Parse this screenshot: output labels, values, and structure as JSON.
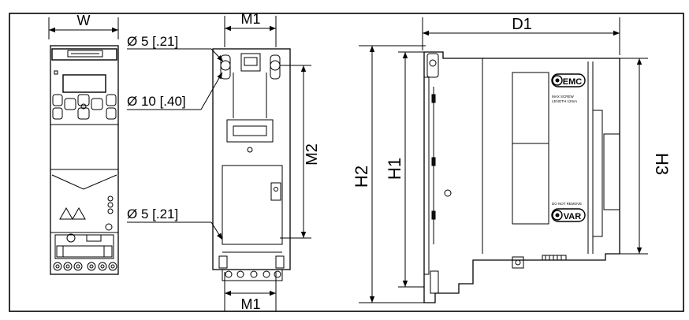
{
  "labels": {
    "w": "W",
    "m1_top": "M1",
    "m1_bottom": "M1",
    "m2": "M2",
    "d1": "D1",
    "h1": "H1",
    "h2": "H2",
    "h3": "H3",
    "hole_small_top": "Ø 5 [.21]",
    "hole_large": "Ø 10 [.40]",
    "hole_small_bottom": "Ø 5 [.21]"
  },
  "side_label_emc": "EMC",
  "side_label_var": "VAR",
  "side_note_screw": "MAX SCREW",
  "side_note_length": "LENGTH 12mm",
  "side_note_do_not_remove": "DO NOT REMOVE",
  "colors": {
    "line": "#000000",
    "background": "#ffffff"
  }
}
